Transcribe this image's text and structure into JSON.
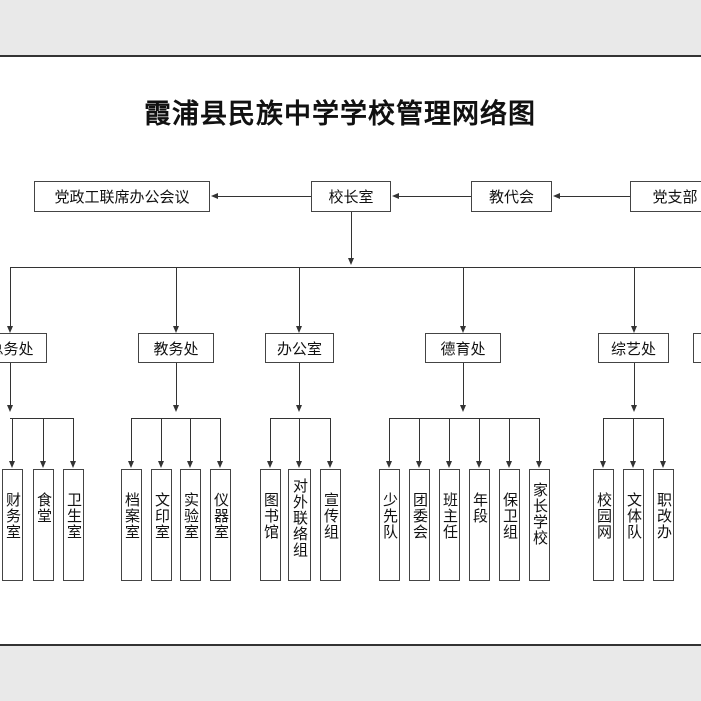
{
  "title": "霞浦县民族中学学校管理网络图",
  "top_row": {
    "meeting": "党政工联席办公会议",
    "principal": "校长室",
    "congress": "教代会",
    "party": "党支部"
  },
  "departments": [
    {
      "label": "总务处",
      "units": [
        "财务室",
        "食堂",
        "卫生室"
      ]
    },
    {
      "label": "教务处",
      "units": [
        "档案室",
        "文印室",
        "实验室",
        "仪器室"
      ]
    },
    {
      "label": "办公室",
      "units": [
        "图书馆",
        "对外联络组",
        "宣传组"
      ]
    },
    {
      "label": "德育处",
      "units": [
        "少先队",
        "团委会",
        "班主任",
        "年段",
        "保卫组",
        "家长学校"
      ]
    },
    {
      "label": "综艺处",
      "units": [
        "校园网",
        "文体队",
        "职改办"
      ]
    }
  ]
}
